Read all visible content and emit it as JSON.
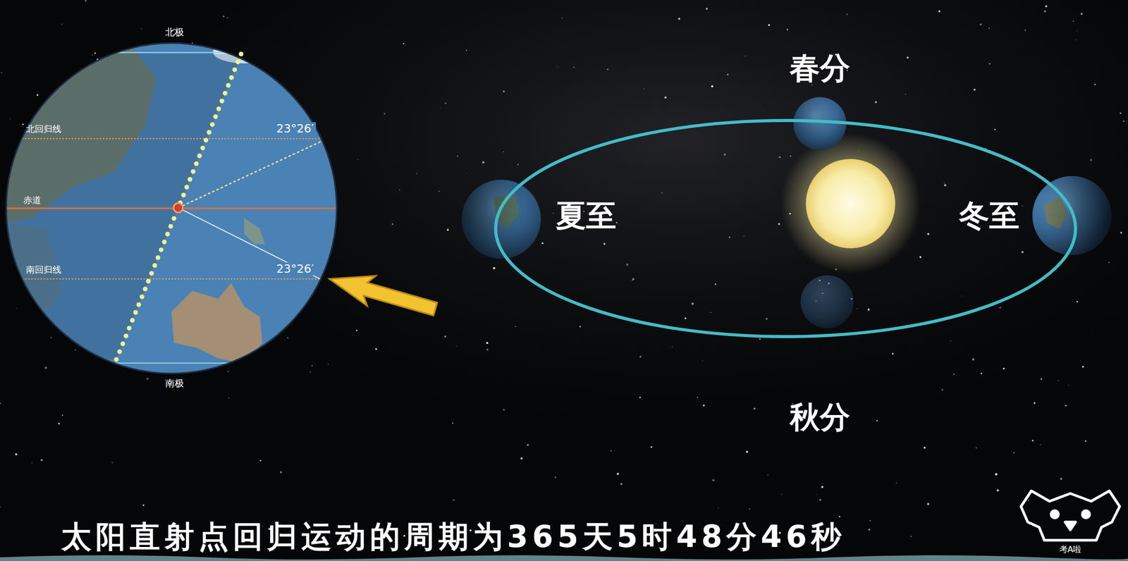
{
  "diagram": {
    "caption": "太阳直射点回归运动的周期为365天5时48分46秒",
    "labels": [
      "北极",
      "北回归线",
      "23°26′",
      "赤道",
      "南回归线",
      "23°26′",
      "南极",
      "春分",
      "夏至",
      "冬至",
      "秋分",
      "考A啦"
    ]
  }
}
